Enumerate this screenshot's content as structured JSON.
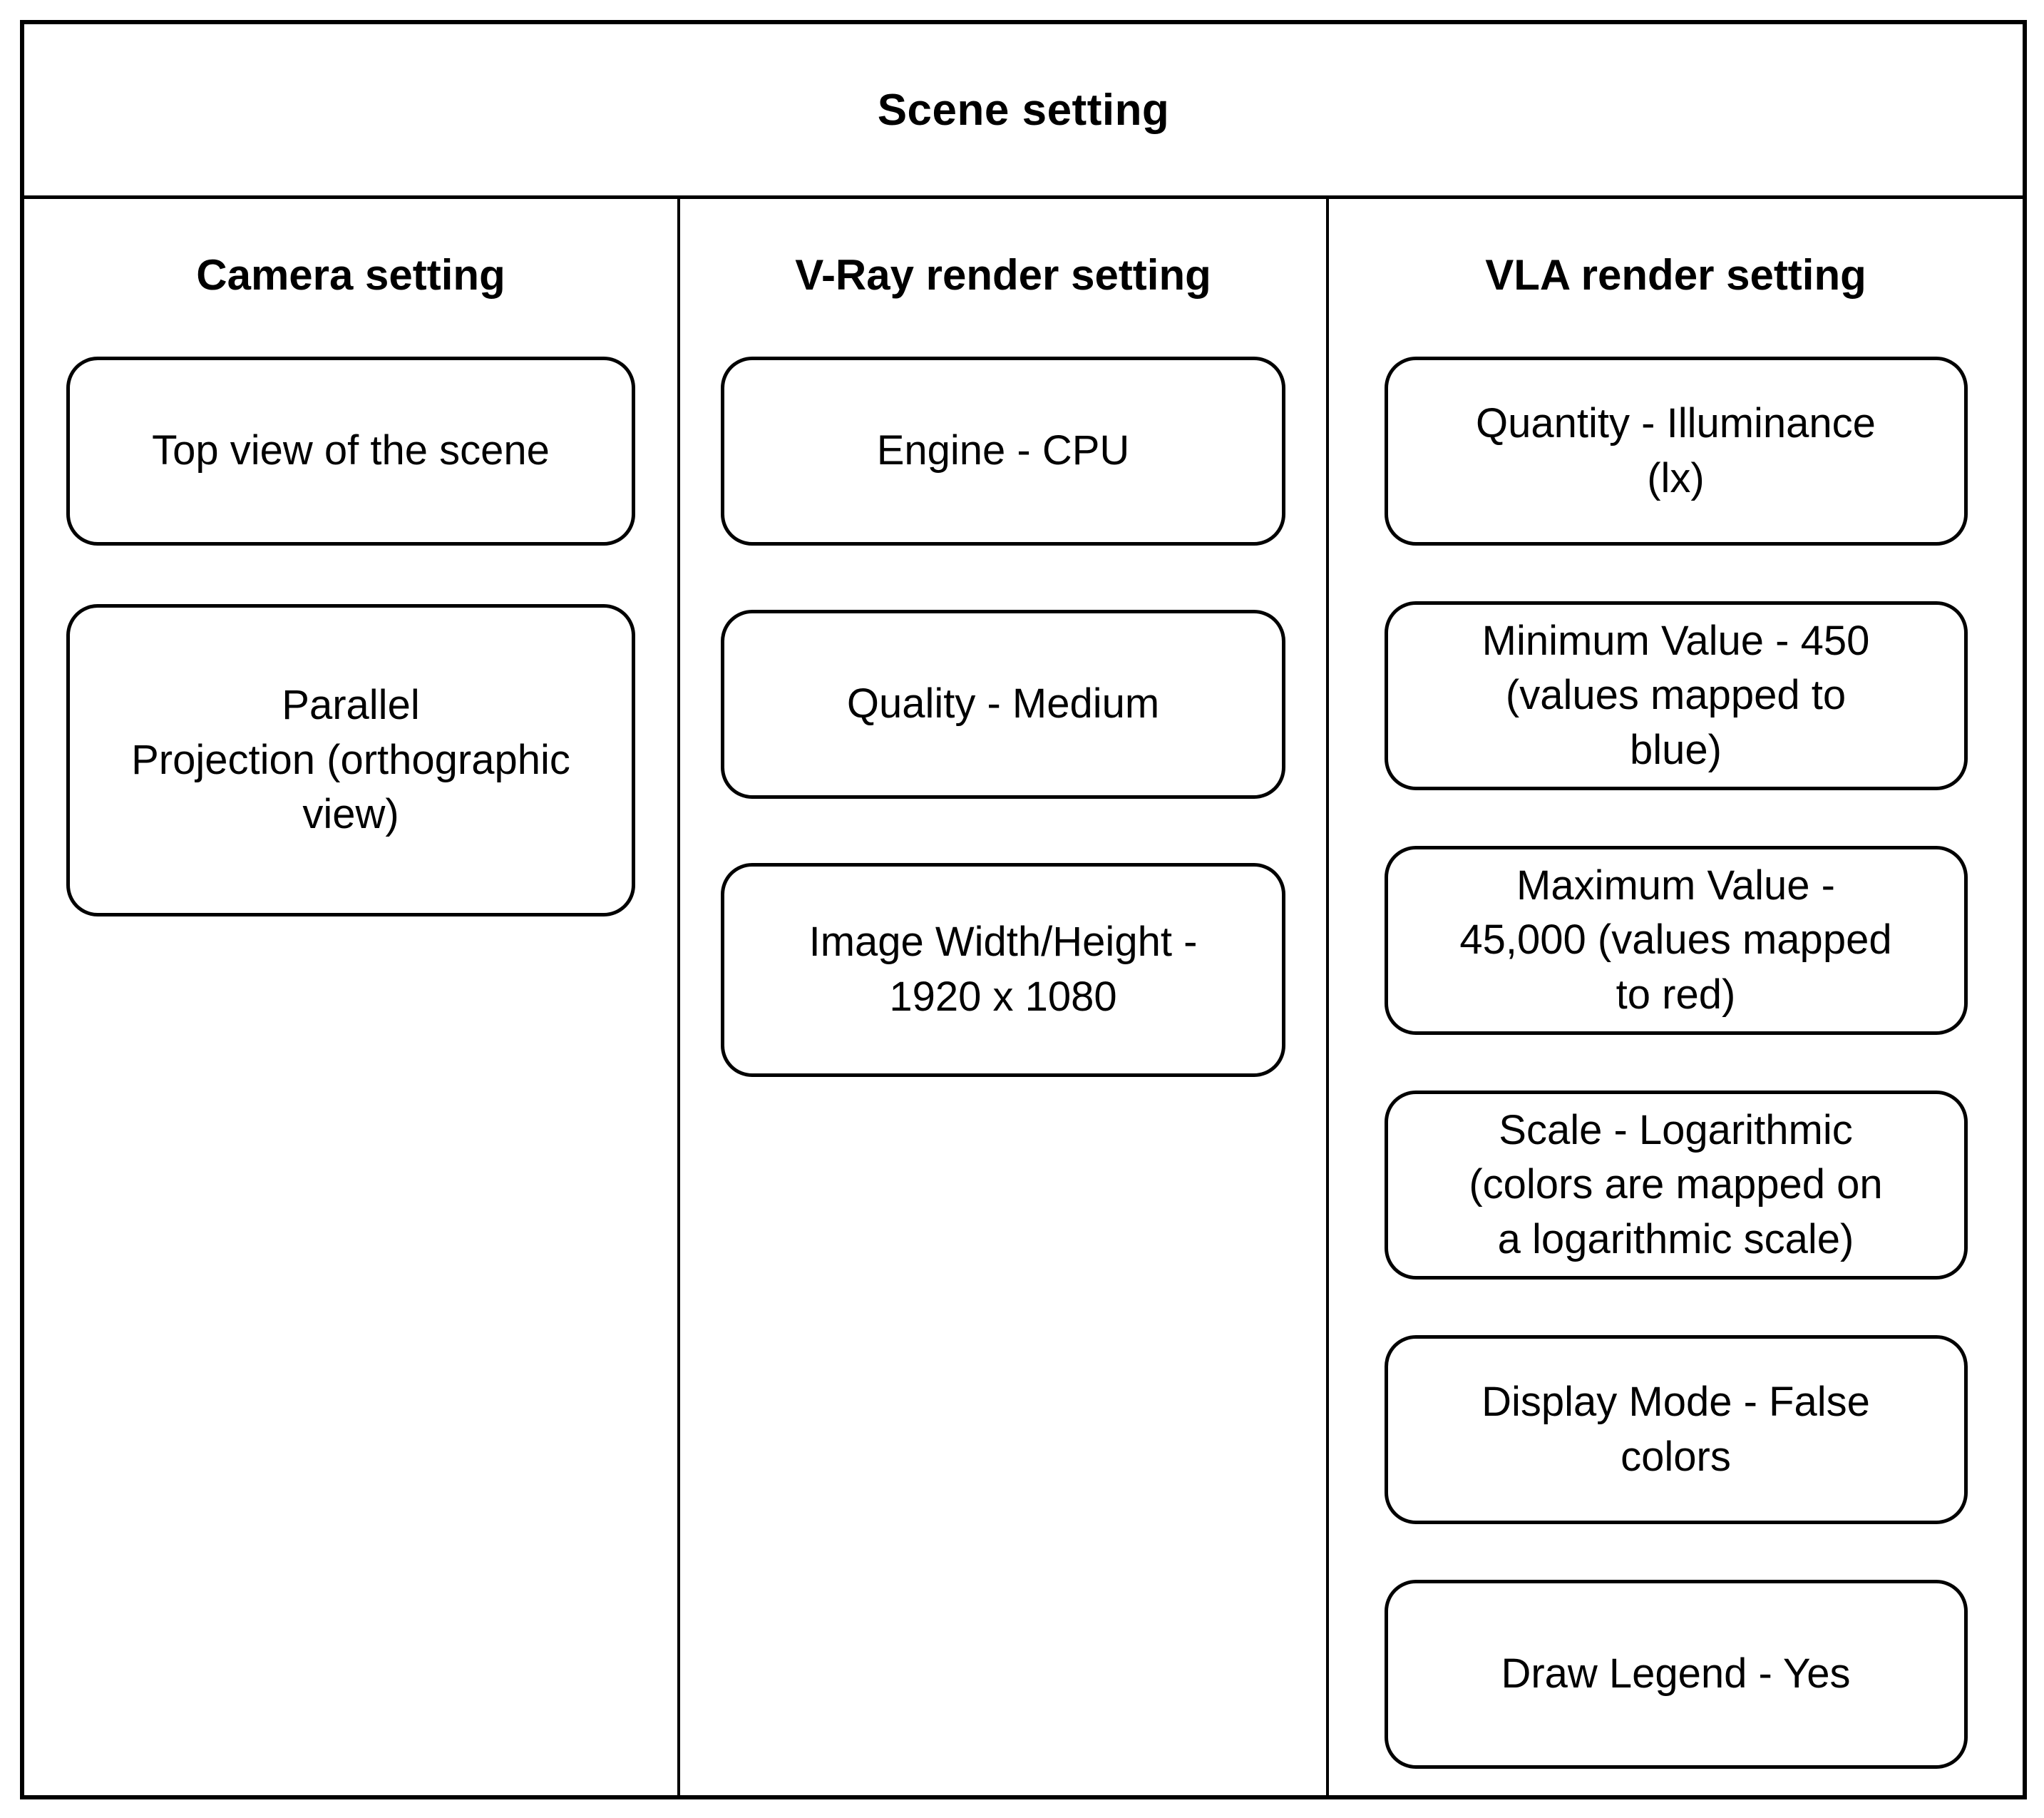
{
  "title": "Scene setting",
  "colors": {
    "border": "#000000",
    "background": "#ffffff",
    "text": "#000000"
  },
  "columns": [
    {
      "header": "Camera setting",
      "boxes": [
        "Top view of the scene",
        "Parallel\nProjection (orthographic\nview)"
      ]
    },
    {
      "header": "V-Ray render setting",
      "boxes": [
        "Engine - CPU",
        "Quality - Medium",
        "Image Width/Height -\n1920 x 1080"
      ]
    },
    {
      "header": "VLA render setting",
      "boxes": [
        "Quantity - Illuminance\n(lx)",
        "Minimum Value - 450\n(values mapped to\nblue)",
        "Maximum Value -\n45,000 (values mapped\nto red)",
        "Scale - Logarithmic\n(colors are mapped on\na logarithmic scale)",
        "Display Mode - False\ncolors",
        "Draw Legend - Yes"
      ]
    }
  ]
}
